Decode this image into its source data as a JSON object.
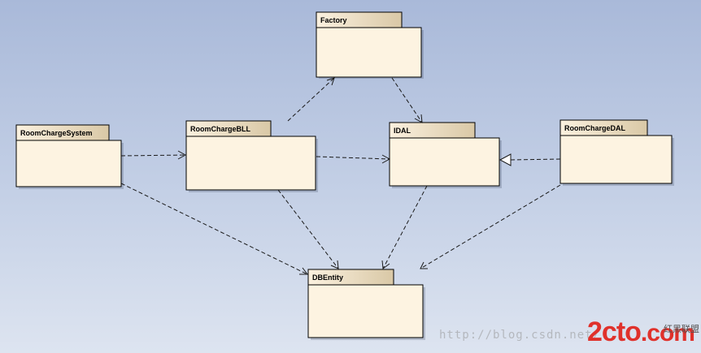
{
  "packages": {
    "factory": "Factory",
    "room_charge_system": "RoomChargeSystem",
    "room_charge_bll": "RoomChargeBLL",
    "idal": "IDAL",
    "room_charge_dal": "RoomChargeDAL",
    "db_entity": "DBEntity"
  },
  "watermark": {
    "url": "http://blog.csdn.net/",
    "logo": "2cto",
    "logo_suffix": ".com",
    "site_name": "红黑联盟"
  },
  "colors": {
    "package_fill": "#fdf3e1",
    "tab_gradient_start": "#fbf1df",
    "tab_gradient_end": "#d9c8a6",
    "logo_red": "#e0312b"
  }
}
